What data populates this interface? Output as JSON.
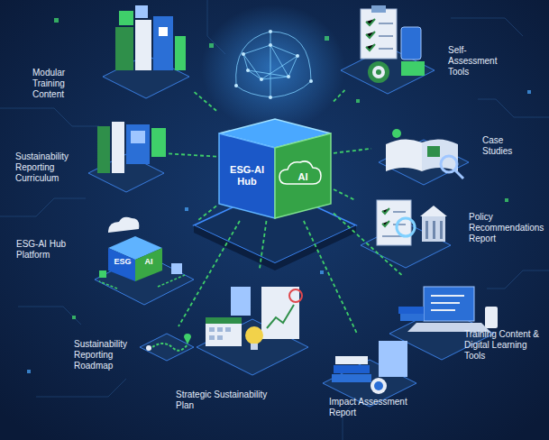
{
  "diagram": {
    "nodes": [
      {
        "text": [
          "ESG-AI Hub",
          "AI"
        ]
      },
      {
        "text": [
          "Modular Training Content"
        ]
      },
      {
        "text": [
          "Self-Assessment Tools"
        ]
      },
      {
        "text": [
          "Sustainability Reporting Curriculum"
        ]
      },
      {
        "text": [
          "Case Studies"
        ]
      },
      {
        "text": [
          "Policy Recommendations Report"
        ]
      },
      {
        "text": [
          "ESG-AI Hub Platform",
          "ESG",
          "AI"
        ]
      },
      {
        "text": [
          "Sustainability Reporting Roadmap"
        ]
      },
      {
        "text": [
          "Strategic Sustainability Plan"
        ]
      },
      {
        "text": [
          "Impact Assessment Report"
        ]
      },
      {
        "text": [
          "Training Content & Digital Learning Tools"
        ]
      }
    ],
    "edges": [
      {
        "from": 0,
        "to": 1,
        "arrow": "none"
      },
      {
        "from": 0,
        "to": 2,
        "arrow": "none"
      },
      {
        "from": 0,
        "to": 3,
        "arrow": "none"
      },
      {
        "from": 0,
        "to": 4,
        "arrow": "none"
      },
      {
        "from": 0,
        "to": 5,
        "arrow": "none"
      },
      {
        "from": 0,
        "to": 6,
        "arrow": "none"
      },
      {
        "from": 0,
        "to": 7,
        "arrow": "none"
      },
      {
        "from": 0,
        "to": 8,
        "arrow": "none"
      },
      {
        "from": 0,
        "to": 9,
        "arrow": "none"
      },
      {
        "from": 0,
        "to": 10,
        "arrow": "none"
      }
    ]
  }
}
